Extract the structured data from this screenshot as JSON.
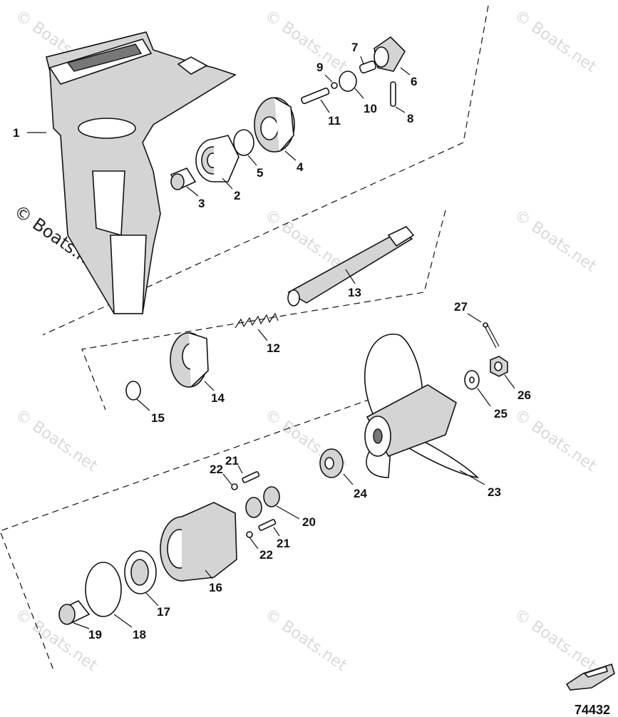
{
  "figure_number": "74432",
  "watermarks": {
    "small": "© Boats.net",
    "large": "© Boats.net"
  },
  "callouts": {
    "c1": "1",
    "c2": "2",
    "c3": "3",
    "c4": "4",
    "c5": "5",
    "c6": "6",
    "c7": "7",
    "c8": "8",
    "c9": "9",
    "c10": "10",
    "c11": "11",
    "c12": "12",
    "c13": "13",
    "c14": "14",
    "c15": "15",
    "c16": "16",
    "c17": "17",
    "c18": "18",
    "c19": "19",
    "c20": "20",
    "c21a": "21",
    "c21b": "21",
    "c22a": "22",
    "c22b": "22",
    "c23": "23",
    "c24": "24",
    "c25": "25",
    "c26": "26",
    "c27": "27"
  }
}
